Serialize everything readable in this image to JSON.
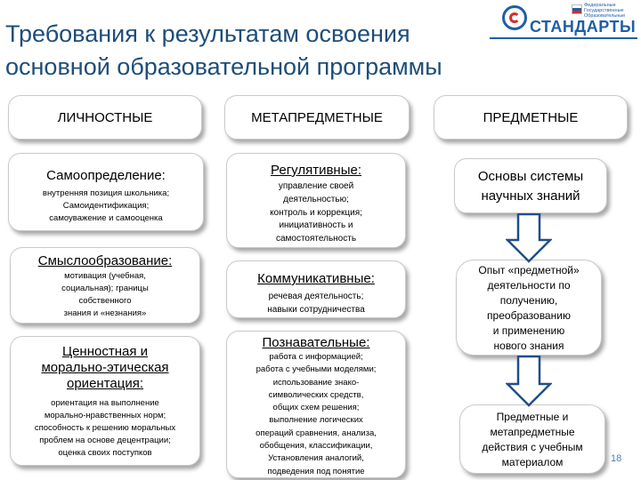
{
  "slide": {
    "title_line1": "Требования к результатам освоения",
    "title_line2": "основной образовательной  программы",
    "page_number": "18"
  },
  "logo": {
    "brand": "СТАНДАРТЫ",
    "line1": "Федеральные",
    "line2": "Государственные",
    "line3": "Образовательные"
  },
  "columns": {
    "personal": "ЛИЧНОСТНЫЕ",
    "metasubject": "МЕТАПРЕДМЕТНЫЕ",
    "subject": "ПРЕДМЕТНЫЕ"
  },
  "personal": {
    "self_determination": {
      "heading": "Самоопределение:",
      "lines": [
        "внутренняя позиция школьника;",
        "Самоидентификация;",
        "самоуважение и самооценка"
      ]
    },
    "meaning_making": {
      "heading": "Смыслообразование:",
      "lines": [
        "мотивация (учебная,",
        "социальная); границы",
        "собственного",
        "знания и «незнания»"
      ]
    },
    "values": {
      "heading_lines": [
        "Ценностная и",
        "морально-этическая",
        "ориентация:"
      ],
      "lines": [
        "ориентация на выполнение",
        "морально-нравственных норм;",
        "способность к решению моральных",
        "проблем на основе децентрации;",
        "оценка своих поступков"
      ]
    }
  },
  "meta": {
    "regulatory": {
      "heading": "Регулятивные:",
      "lines": [
        "управление своей",
        "деятельностью;",
        "контроль и коррекция;",
        "инициативность и",
        "самостоятельность"
      ]
    },
    "communicative": {
      "heading": "Коммуникативные:",
      "lines": [
        "речевая деятельность;",
        "навыки сотрудничества"
      ]
    },
    "cognitive": {
      "heading": "Познавательные:",
      "lines": [
        "работа с информацией;",
        "работа с учебными моделями;",
        "использование знако-",
        "символических средств,",
        "общих схем решения;",
        "выполнение логических",
        "операций сравнения,  анализа,",
        "обобщения, классификации,",
        "Установления аналогий,",
        "подведения под понятие"
      ]
    }
  },
  "subject": {
    "foundations": [
      "Основы системы",
      "научных знаний"
    ],
    "experience": [
      "Опыт «предметной»",
      "деятельности по",
      "получению,",
      "преобразованию",
      "и применению",
      "нового знания"
    ],
    "actions": [
      "Предметные и",
      "метапредметные",
      "действия с учебным",
      "материалом"
    ]
  }
}
